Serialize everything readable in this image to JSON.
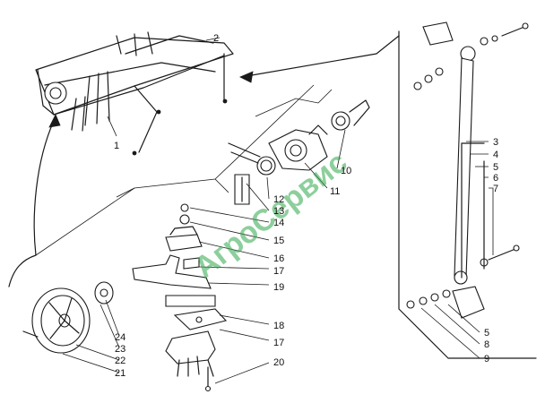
{
  "watermark": "АгроСервис",
  "labels": {
    "l1": "1",
    "l2": "2",
    "l3": "3",
    "l4": "4",
    "l5a": "5",
    "l5b": "5",
    "l6": "6",
    "l7": "7",
    "l8": "8",
    "l9": "9",
    "l10": "10",
    "l11": "11",
    "l12": "12",
    "l13": "13",
    "l14": "14",
    "l15": "15",
    "l16": "16",
    "l17a": "17",
    "l17b": "17",
    "l18": "18",
    "l19": "19",
    "l20": "20",
    "l21": "21",
    "l22": "22",
    "l23": "23",
    "l24": "24"
  },
  "colors": {
    "line": "#1a1a1a",
    "watermark": "#2fa84a",
    "background": "#ffffff"
  }
}
